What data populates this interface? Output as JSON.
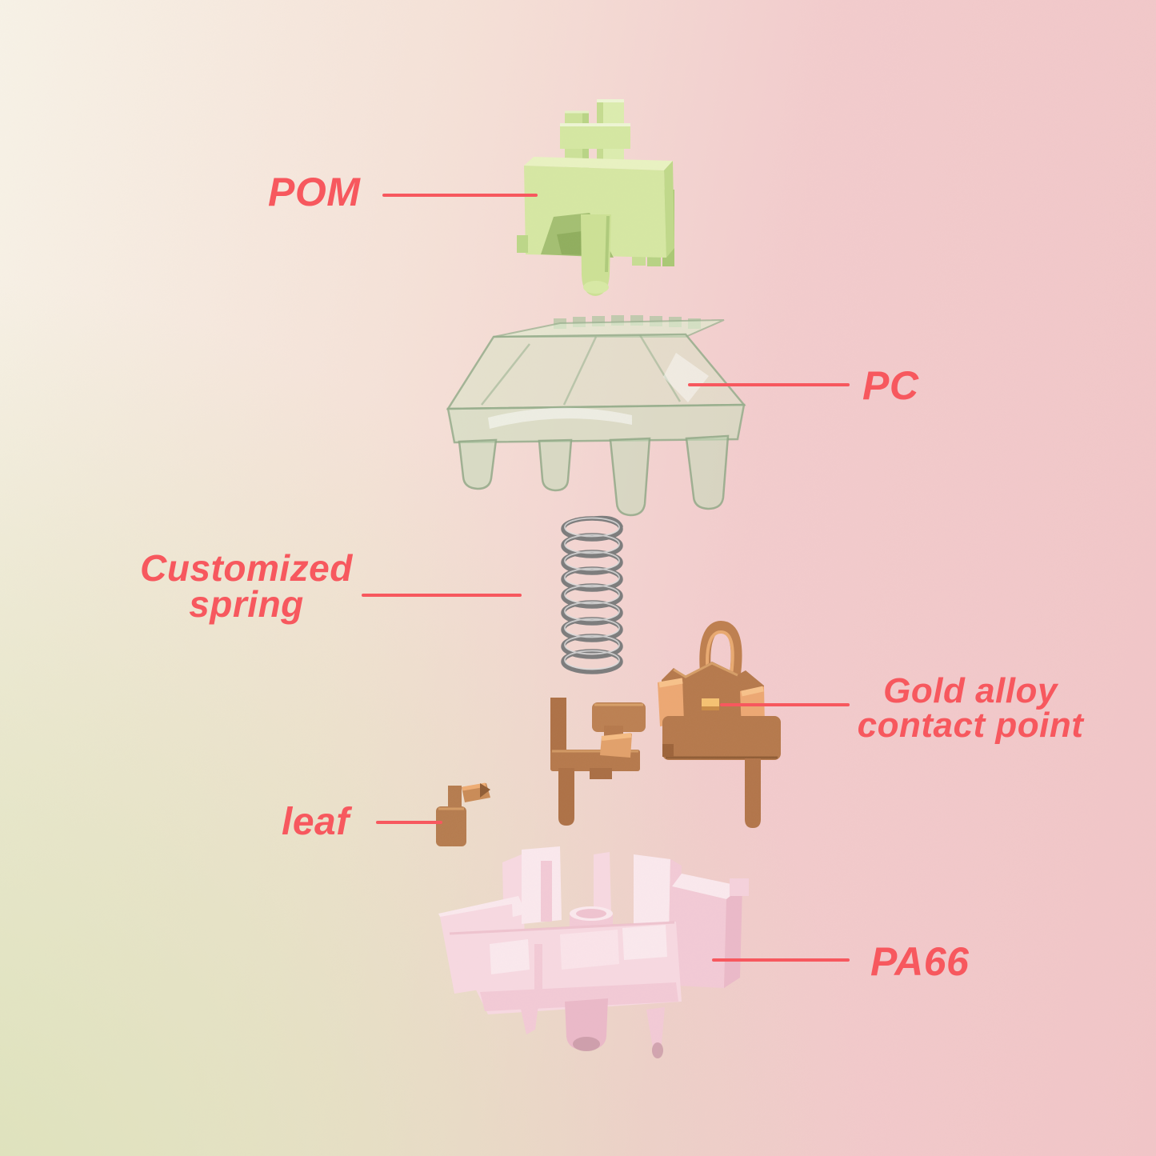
{
  "diagram": {
    "subject": "mechanical keyboard switch exploded view",
    "accent_color": "#f7585e",
    "background_colors": {
      "top_left": "#f7f3e8",
      "bottom_left": "#e0e4c4",
      "top_right": "#f2c4c6",
      "bottom_right": "#f4c9cc"
    },
    "labels": [
      {
        "id": "pom",
        "text": "POM",
        "target": "stem"
      },
      {
        "id": "pc",
        "text": "PC",
        "target": "top-housing"
      },
      {
        "id": "spring",
        "line1": "Customized",
        "line2": "spring",
        "target": "spring"
      },
      {
        "id": "gold",
        "line1": "Gold alloy",
        "line2": "contact point",
        "target": "contact-assembly"
      },
      {
        "id": "leaf",
        "text": "leaf",
        "target": "leaf"
      },
      {
        "id": "pa66",
        "text": "PA66",
        "target": "bottom-housing"
      }
    ],
    "parts": [
      {
        "name": "stem",
        "material_label": "POM",
        "color": "#d6e8a2"
      },
      {
        "name": "top-housing",
        "material_label": "PC",
        "color": "#d9e7cc"
      },
      {
        "name": "spring",
        "material_label": "Customized spring",
        "color": "#7b7b7b"
      },
      {
        "name": "contact-assembly",
        "material_label": "Gold alloy contact point",
        "color": "#b5784a",
        "contact_point_color": "#f6c170"
      },
      {
        "name": "leaf",
        "material_label": "leaf",
        "color": "#b57b4d"
      },
      {
        "name": "bottom-housing",
        "material_label": "PA66",
        "color": "#f8d9e1"
      }
    ]
  }
}
